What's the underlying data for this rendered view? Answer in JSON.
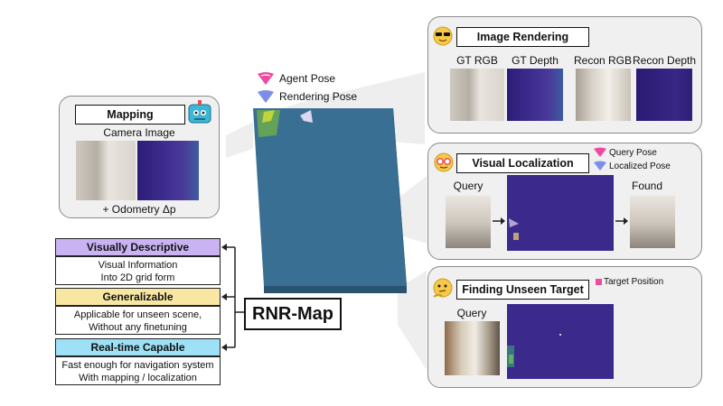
{
  "legend": {
    "agent_pose": "Agent Pose",
    "rendering_pose": "Rendering Pose"
  },
  "mapping": {
    "title": "Mapping",
    "camera_image": "Camera Image",
    "odometry": "+ Odometry Δp"
  },
  "properties": [
    {
      "title": "Visually Descriptive",
      "color": "#c9b3f2",
      "lines": [
        "Visual Information",
        "Into 2D grid form"
      ]
    },
    {
      "title": "Generalizable",
      "color": "#f7e7a3",
      "lines": [
        "Applicable for unseen scene,",
        "Without any finetuning"
      ]
    },
    {
      "title": "Real-time Capable",
      "color": "#9ee0f5",
      "lines": [
        "Fast enough for navigation system",
        "With mapping / localization"
      ]
    }
  ],
  "center_label": "RNR-Map",
  "rendering": {
    "title": "Image Rendering",
    "labels": [
      "GT RGB",
      "GT Depth",
      "Recon RGB",
      "Recon Depth"
    ]
  },
  "localization": {
    "title": "Visual Localization",
    "query_pose": "Query Pose",
    "localized_pose": "Localized Pose",
    "query": "Query",
    "found": "Found"
  },
  "target": {
    "title": "Finding Unseen Target",
    "target_position": "Target Position",
    "query": "Query"
  },
  "colors": {
    "map_top": "#3a6f94",
    "map_side": "#2f5c7f",
    "agent_pose": "#ee4aa0",
    "rendering_pose": "#7c8ee8",
    "depth_dark": "#2d1d78"
  }
}
